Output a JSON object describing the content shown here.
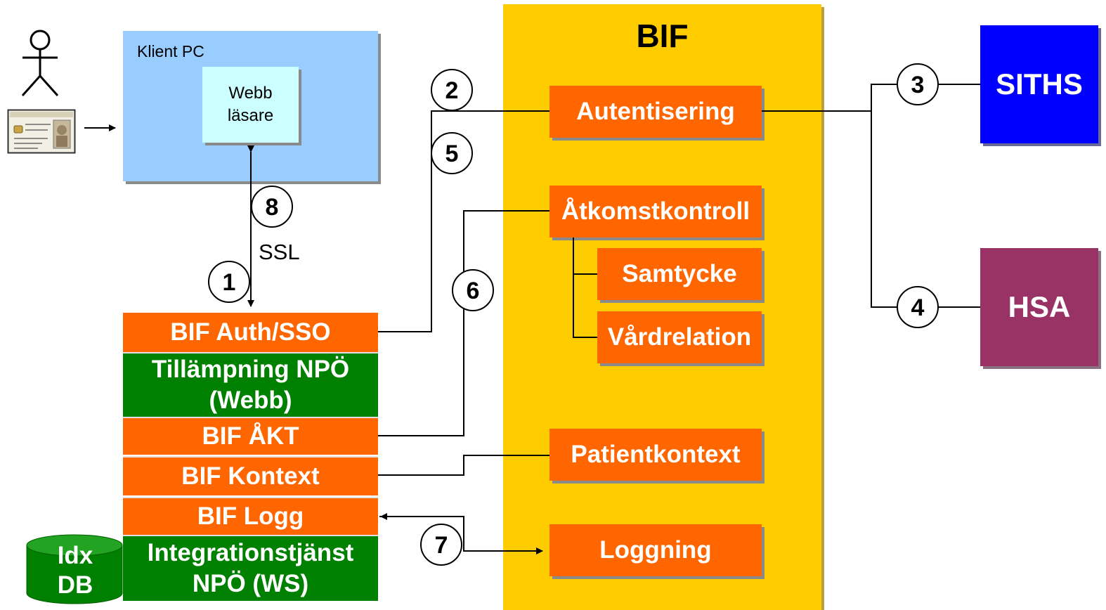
{
  "bif_title": "BIF",
  "client": {
    "label": "Klient PC",
    "browser": "Webb läsare"
  },
  "ssl_label": "SSL",
  "stack": {
    "auth": "BIF Auth/SSO",
    "app": "Tillämpning NPÖ (Webb)",
    "akt": "BIF ÅKT",
    "kontext": "BIF Kontext",
    "logg": "BIF Logg",
    "integration": "Integrationstjänst NPÖ (WS)"
  },
  "db_label": "Idx DB",
  "bif_services": {
    "autentisering": "Autentisering",
    "atkomstkontroll": "Åtkomstkontroll",
    "samtycke": "Samtycke",
    "vardrelation": "Vårdrelation",
    "patientkontext": "Patientkontext",
    "loggning": "Loggning"
  },
  "external": {
    "siths": "SITHS",
    "hsa": "HSA"
  },
  "steps": [
    "1",
    "2",
    "3",
    "4",
    "5",
    "6",
    "7",
    "8"
  ],
  "colors": {
    "orange": "#ff6600",
    "green": "#008000",
    "bif_yellow": "#ffcc00",
    "client_blue": "#99ccff",
    "browser_cyan": "#ccffff",
    "siths_blue": "#0000ff",
    "hsa_purple": "#993366"
  }
}
